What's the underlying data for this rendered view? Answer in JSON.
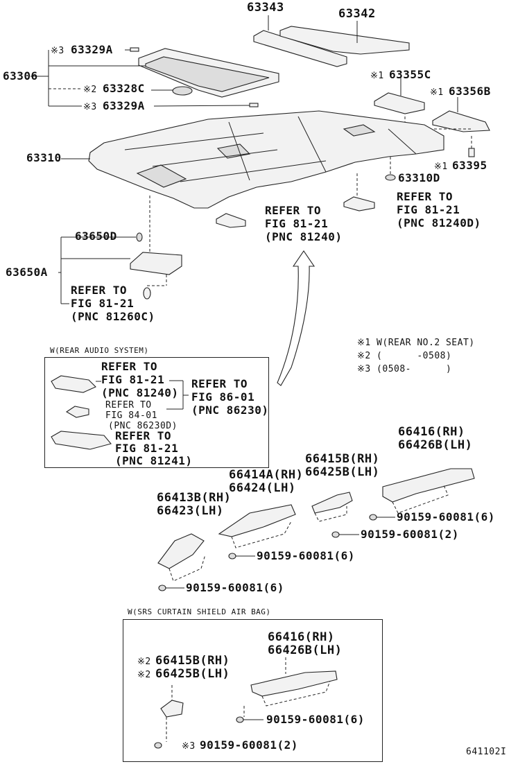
{
  "labels": {
    "p63343": "63343",
    "p63342": "63342",
    "p63329a_top": "63329A",
    "p63306": "63306",
    "p63328c": "63328C",
    "p63329a_bot": "63329A",
    "p63355c": "63355C",
    "p63356b": "63356B",
    "p63310": "63310",
    "p63395": "63395",
    "p63310d": "63310D",
    "p63650d": "63650D",
    "p63650a": "63650A",
    "p66416_rh": "66416(RH)",
    "p66426b_lh": "66426B(LH)",
    "p66415b_rh": "66415B(RH)",
    "p66425b_lh": "66425B(LH)",
    "p66414a_rh": "66414A(RH)",
    "p66424_lh": "66424(LH)",
    "p66413b_rh": "66413B(RH)",
    "p66423_lh": "66423(LH)",
    "bolt_6a": "90159-60081(6)",
    "bolt_2a": "90159-60081(2)",
    "bolt_6b": "90159-60081(6)",
    "bolt_6c": "90159-60081(6)",
    "airbag_66416": "66416(RH)",
    "airbag_66426b": "66426B(LH)",
    "airbag_66415b": "66415B(RH)",
    "airbag_66425b": "66425B(LH)",
    "airbag_bolt_6": "90159-60081(6)",
    "airbag_bolt_2": "90159-60081(2)"
  },
  "marks": {
    "m1": "※1",
    "m2": "※2",
    "m3": "※3"
  },
  "refers": {
    "r81240_a": "REFER TO",
    "r81240_b": "FIG 81-21",
    "r81240_c": "(PNC 81240)",
    "r81240d_a": "REFER TO",
    "r81240d_b": "FIG 81-21",
    "r81240d_c": "(PNC 81240D)",
    "r81260c_a": "REFER TO",
    "r81260c_b": "FIG 81-21",
    "r81260c_c": "(PNC 81260C)"
  },
  "legend": {
    "n1": "※1 W(REAR NO.2 SEAT)",
    "n2": "※2 (      -0508)",
    "n3": "※3 (0508-      )"
  },
  "audio_box": {
    "title": "W(REAR AUDIO SYSTEM)",
    "a1": "REFER TO",
    "a2": "FIG 81-21",
    "a3": "(PNC 81240)",
    "b1": "REFER TO",
    "b2": "FIG 86-01",
    "b3": "(PNC 86230)",
    "c1": "REFER TO",
    "c2": "FIG 84-01",
    "c3": "(PNC 86230D)",
    "d1": "REFER TO",
    "d2": "FIG 81-21",
    "d3": "(PNC 81241)"
  },
  "airbag_box": {
    "title": "W(SRS CURTAIN SHIELD AIR BAG)"
  },
  "footer": {
    "code": "641102I"
  }
}
